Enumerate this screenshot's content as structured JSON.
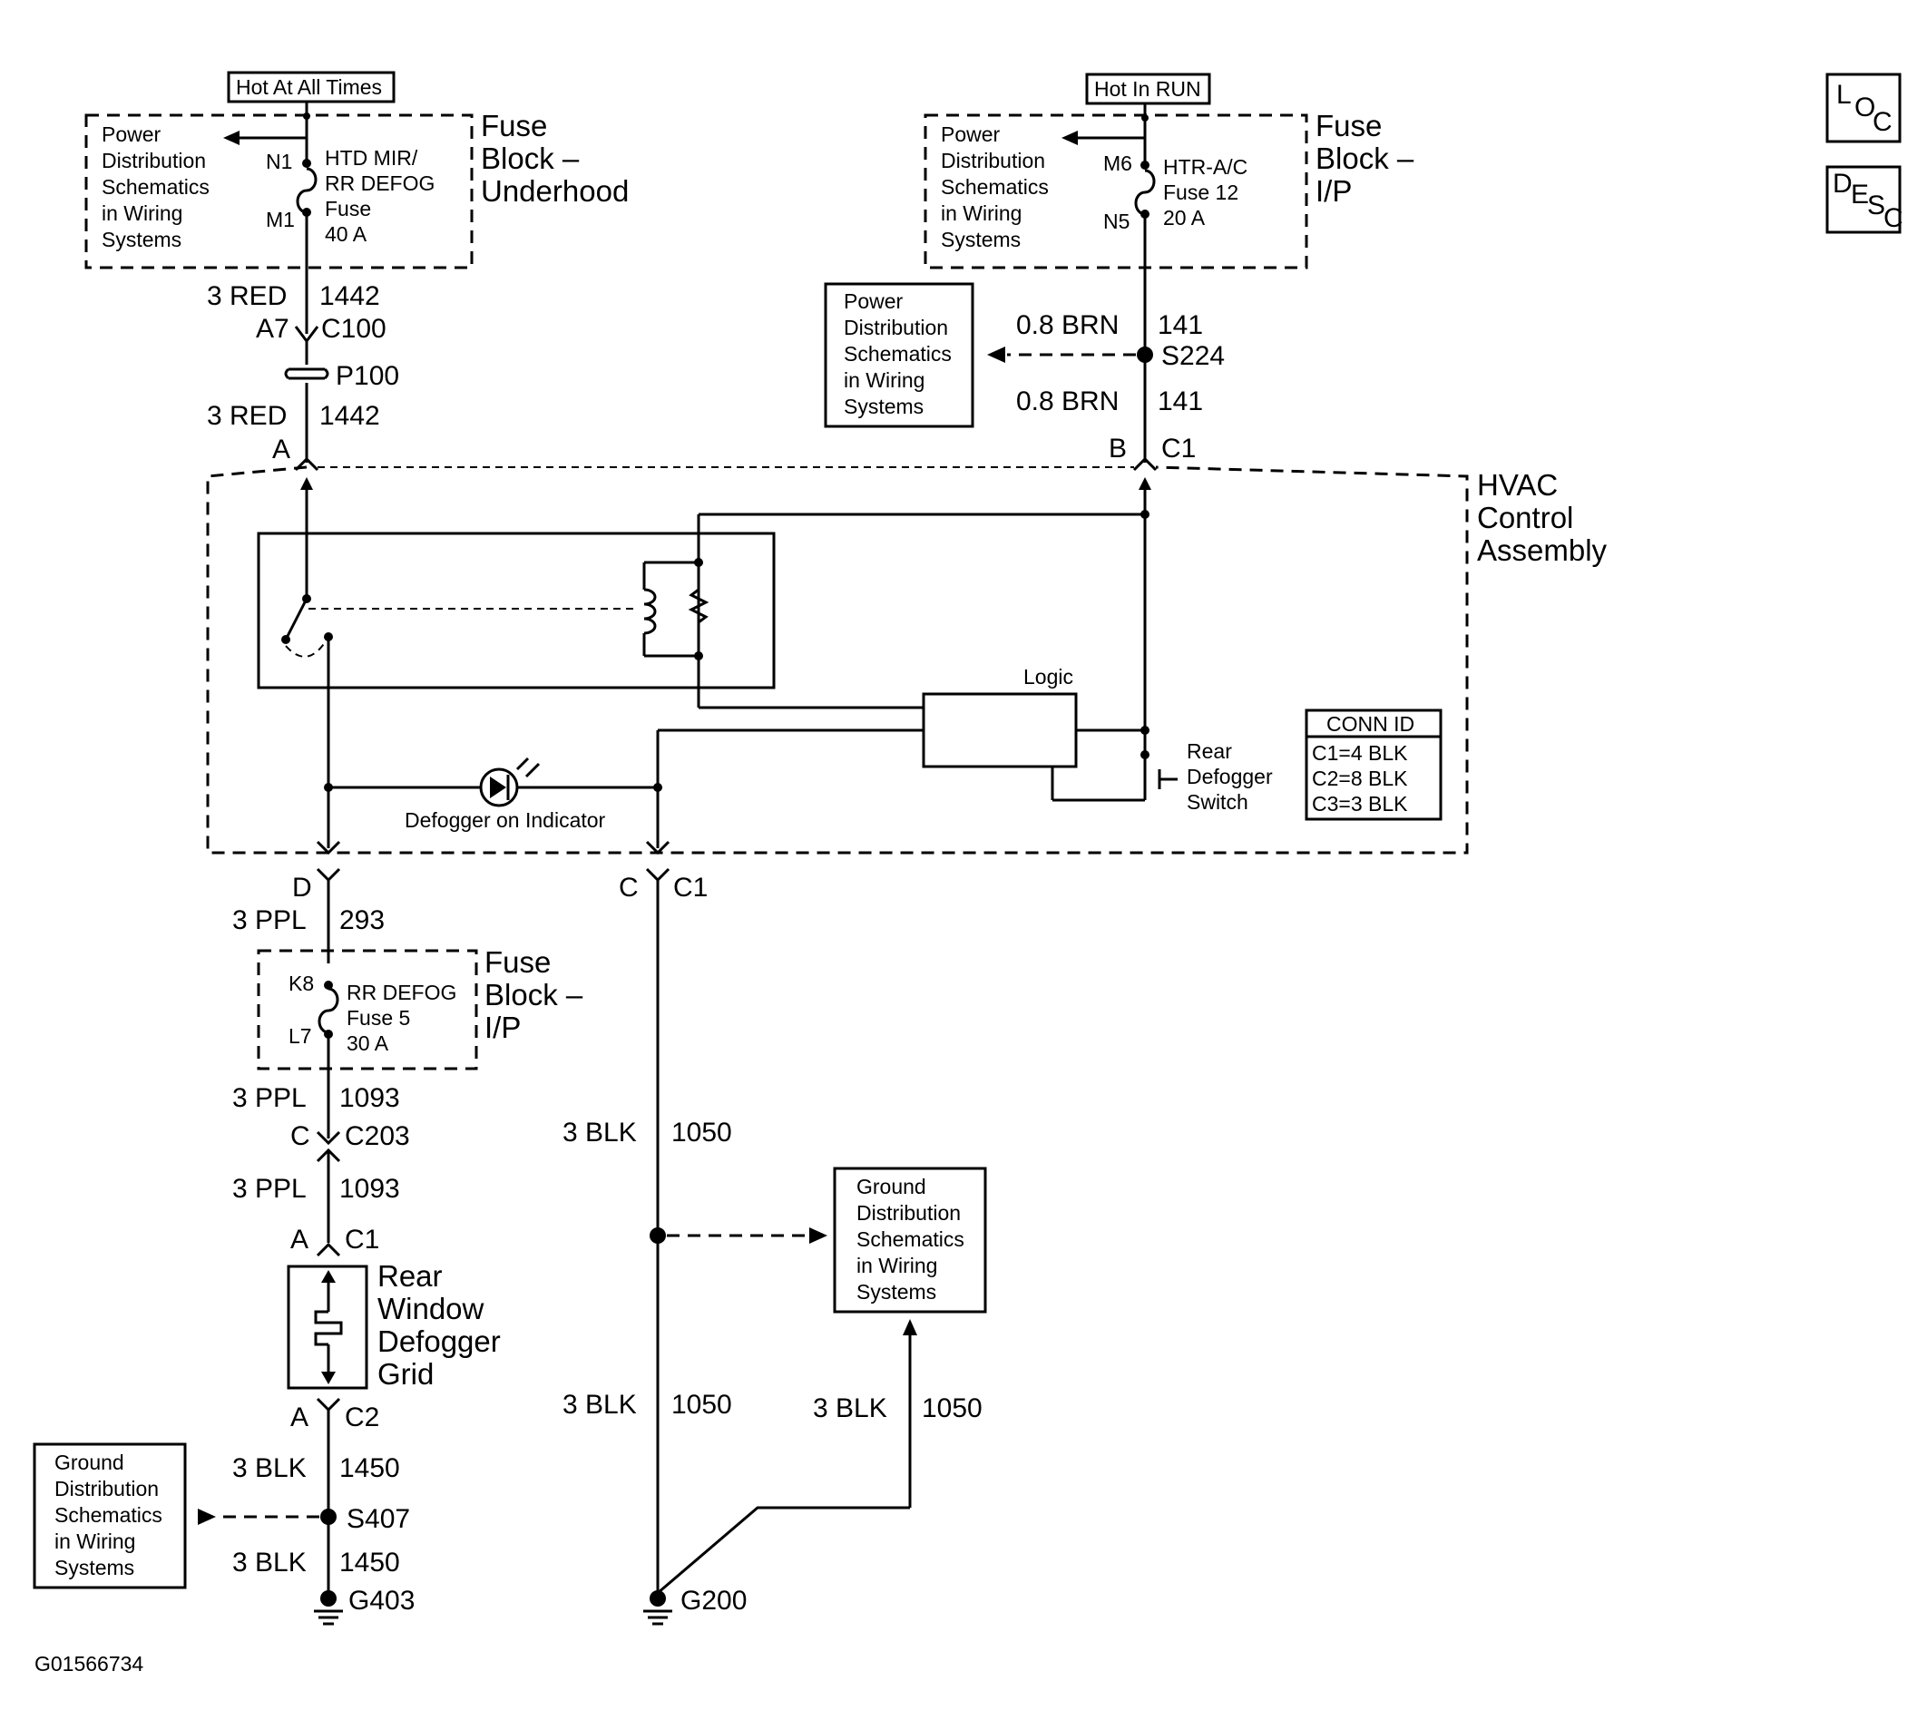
{
  "labels": {
    "hot_all_times": "Hot At All Times",
    "hot_in_run": "Hot In RUN",
    "pds_line1": "Power",
    "pds_line2": "Distribution",
    "pds_line3": "Schematics",
    "pds_line4": "in Wiring",
    "pds_line5": "Systems",
    "gds_line1": "Ground",
    "fuse_block_line1": "Fuse",
    "fuse_block_line2": "Block –",
    "underhood": "Underhood",
    "ip": "I/P",
    "n1": "N1",
    "m1": "M1",
    "htd_mir_line1": "HTD MIR/",
    "htd_mir_line2": "RR DEFOG",
    "htd_mir_line3": "Fuse",
    "htd_mir_line4": "40 A",
    "m6": "M6",
    "n5": "N5",
    "htr_line1": "HTR-A/C",
    "htr_line2": "Fuse 12",
    "htr_line3": "20 A",
    "k8": "K8",
    "l7": "L7",
    "rr_defog_line1": "RR DEFOG",
    "rr_defog_line2": "Fuse 5",
    "rr_defog_line3": "30 A",
    "hvac_line1": "HVAC",
    "hvac_line2": "Control",
    "hvac_line3": "Assembly",
    "logic": "Logic",
    "rear_defogger_switch_line1": "Rear",
    "rear_defogger_switch_line2": "Defogger",
    "rear_defogger_switch_line3": "Switch",
    "defogger_indicator": "Defogger on Indicator",
    "conn_id_title": "CONN ID",
    "conn_c1": "C1=4 BLK",
    "conn_c2": "C2=8 BLK",
    "conn_c3": "C3=3 BLK",
    "grid_line1": "Rear",
    "grid_line2": "Window",
    "grid_line3": "Defogger",
    "grid_line4": "Grid",
    "wire_3red": "3 RED",
    "circ_1442": "1442",
    "pin_a7": "A7",
    "conn_c100": "C100",
    "p100": "P100",
    "pin_a": "A",
    "wire_08brn": "0.8 BRN",
    "circ_141": "141",
    "s224": "S224",
    "pin_b": "B",
    "conn_c1_label": "C1",
    "pin_d": "D",
    "pin_c": "C",
    "wire_3ppl": "3 PPL",
    "circ_293": "293",
    "circ_1093": "1093",
    "conn_c203": "C203",
    "wire_3blk": "3 BLK",
    "circ_1050": "1050",
    "conn_c2_label": "C2",
    "circ_1450": "1450",
    "s407": "S407",
    "g403": "G403",
    "g200": "G200",
    "loc_l": "L",
    "loc_o": "O",
    "loc_c": "C",
    "desc_d": "D",
    "desc_e": "E",
    "desc_s": "S",
    "desc_c": "C",
    "figure_id": "G01566734"
  }
}
